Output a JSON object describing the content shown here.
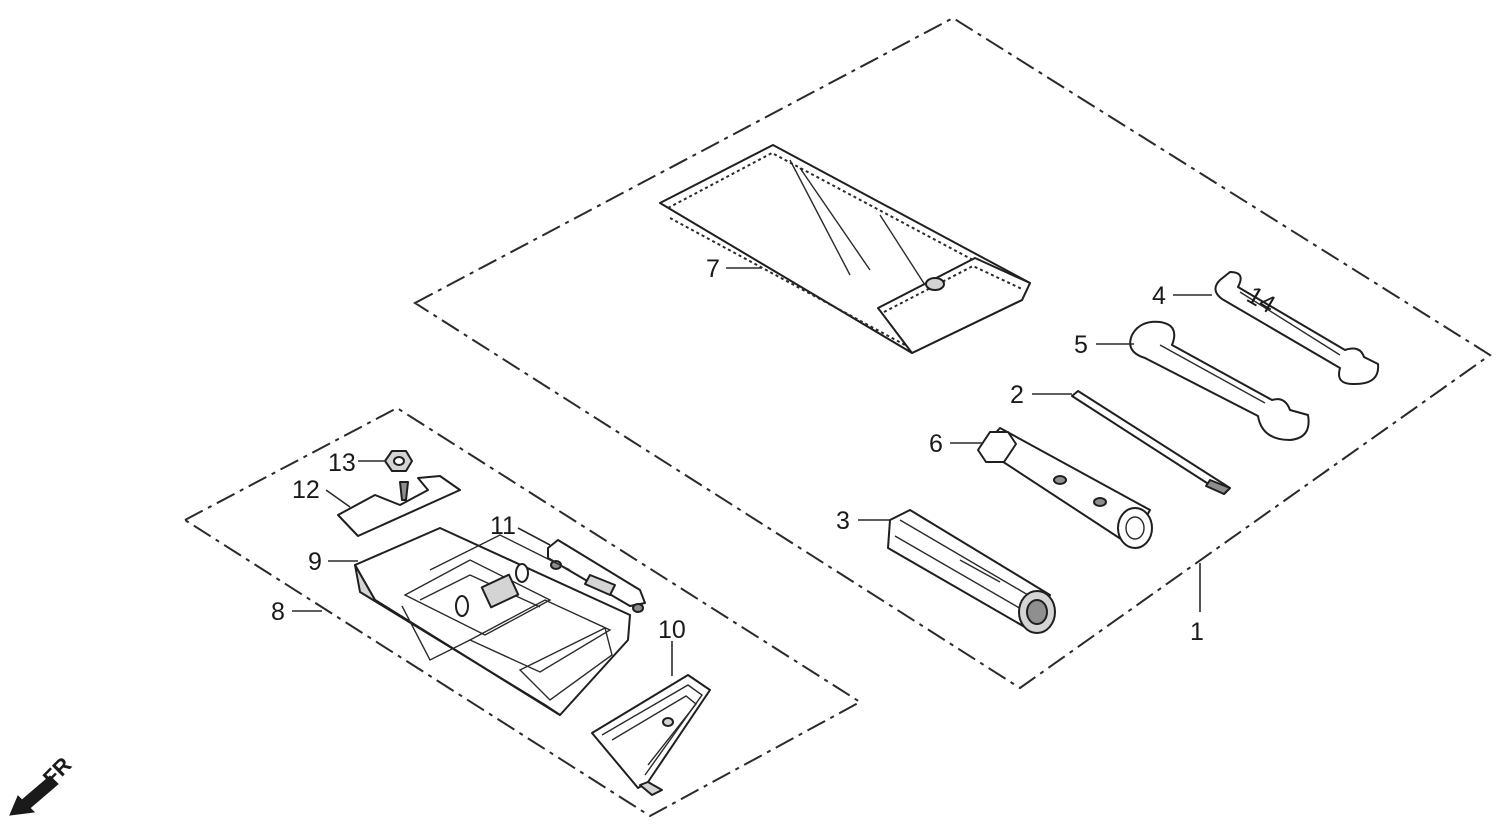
{
  "callouts": [
    {
      "id": "1",
      "label": "1"
    },
    {
      "id": "2",
      "label": "2"
    },
    {
      "id": "3",
      "label": "3"
    },
    {
      "id": "4",
      "label": "4"
    },
    {
      "id": "5",
      "label": "5"
    },
    {
      "id": "6",
      "label": "6"
    },
    {
      "id": "7",
      "label": "7"
    },
    {
      "id": "8",
      "label": "8"
    },
    {
      "id": "9",
      "label": "9"
    },
    {
      "id": "10",
      "label": "10"
    },
    {
      "id": "11",
      "label": "11"
    },
    {
      "id": "12",
      "label": "12"
    },
    {
      "id": "13",
      "label": "13"
    }
  ],
  "direction_indicator": {
    "label": "FR",
    "icon": "arrow-front-icon"
  },
  "colors": {
    "line": "#1f1f1f",
    "background": "#ffffff",
    "shade": "#d4d4d4"
  }
}
